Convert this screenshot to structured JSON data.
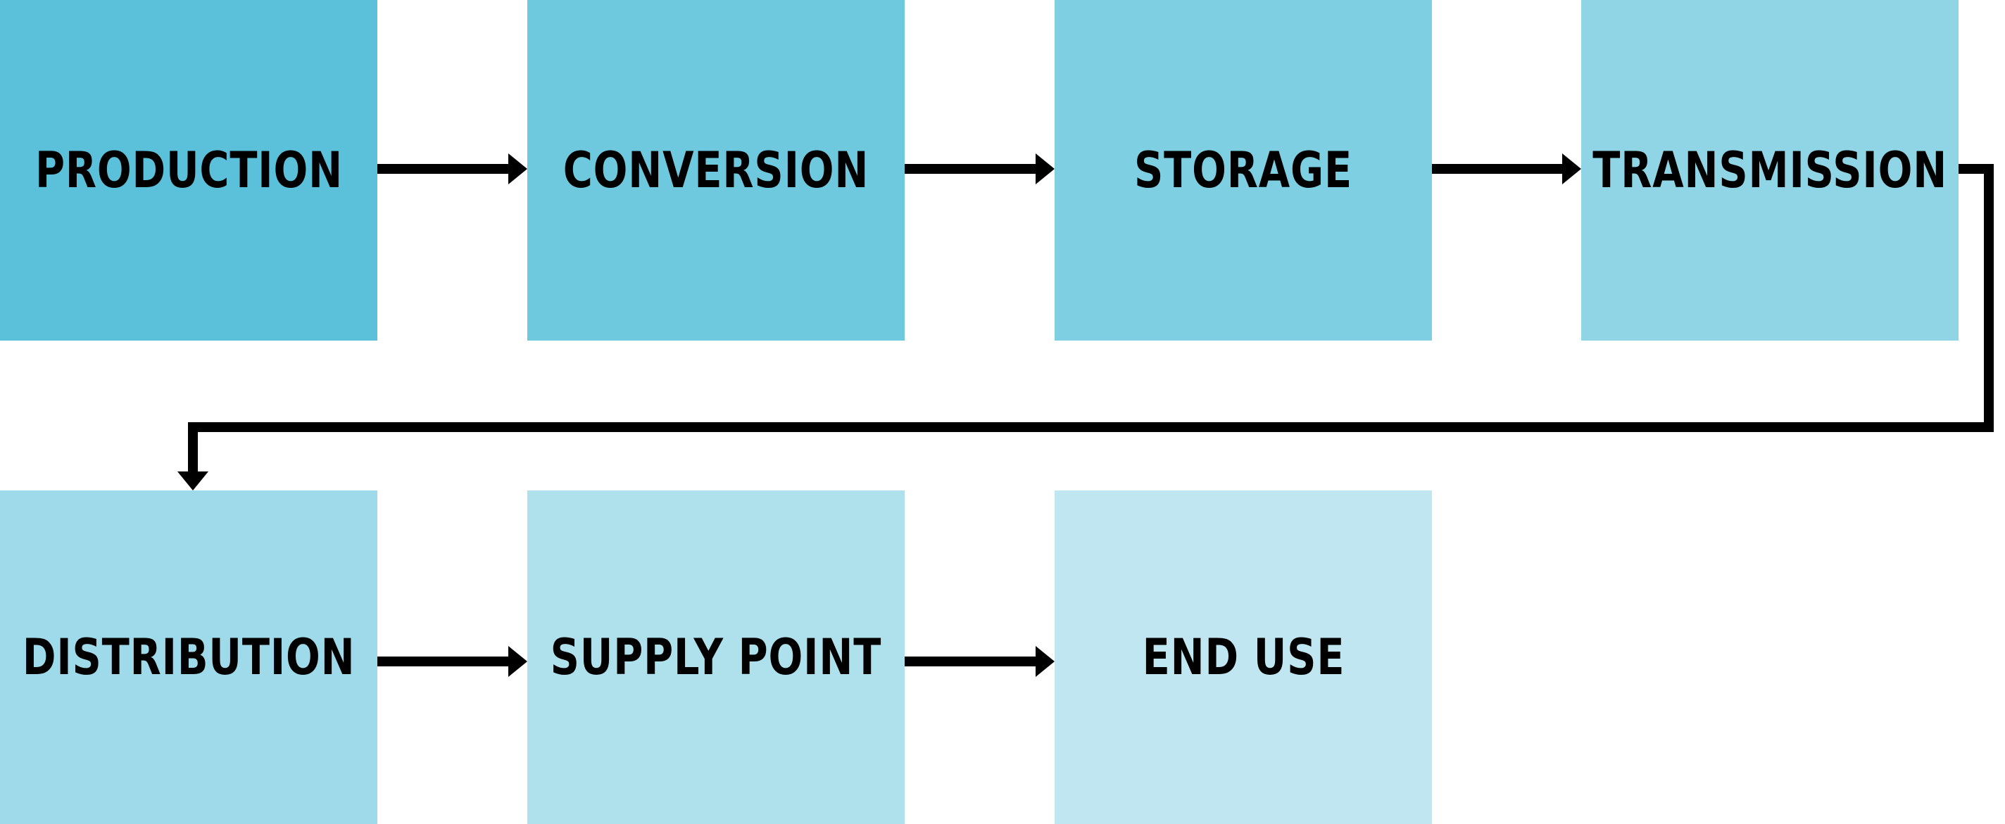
{
  "diagram": {
    "nodes": [
      {
        "id": "production",
        "label": "PRODUCTION",
        "color": "#5bc0da"
      },
      {
        "id": "conversion",
        "label": "CONVERSION",
        "color": "#6ec9df"
      },
      {
        "id": "storage",
        "label": "STORAGE",
        "color": "#7ecfe2"
      },
      {
        "id": "transmission",
        "label": "TRANSMISSION",
        "color": "#8fd5e6"
      },
      {
        "id": "distribution",
        "label": "DISTRIBUTION",
        "color": "#9fdaea"
      },
      {
        "id": "supply-point",
        "label": "SUPPLY POINT",
        "color": "#afe1ed"
      },
      {
        "id": "end-use",
        "label": "END USE",
        "color": "#c0e7f1"
      }
    ],
    "edges": [
      {
        "from": "production",
        "to": "conversion"
      },
      {
        "from": "conversion",
        "to": "storage"
      },
      {
        "from": "storage",
        "to": "transmission"
      },
      {
        "from": "transmission",
        "to": "distribution"
      },
      {
        "from": "distribution",
        "to": "supply-point"
      },
      {
        "from": "supply-point",
        "to": "end-use"
      }
    ],
    "arrow_color": "#000000"
  }
}
